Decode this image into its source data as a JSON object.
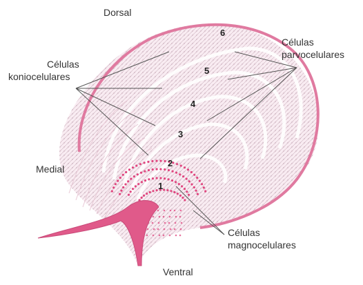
{
  "diagram": {
    "orientation": {
      "dorsal": "Dorsal",
      "ventral": "Ventral",
      "medial": "Medial"
    },
    "labels": {
      "koniocelulares_1": "Células",
      "koniocelulares_2": "koniocelulares",
      "parvocelulares_1": "Células",
      "parvocelulares_2": "parvocelulares",
      "magnocelulares_1": "Células",
      "magnocelulares_2": "magnocelulares"
    },
    "layers": [
      "1",
      "2",
      "3",
      "4",
      "5",
      "6"
    ],
    "colors": {
      "outline": "#e07aa0",
      "fill": "#f8e6ee",
      "dots": "#e0467f",
      "tract": "#e05a8a",
      "leader": "#555555"
    }
  }
}
